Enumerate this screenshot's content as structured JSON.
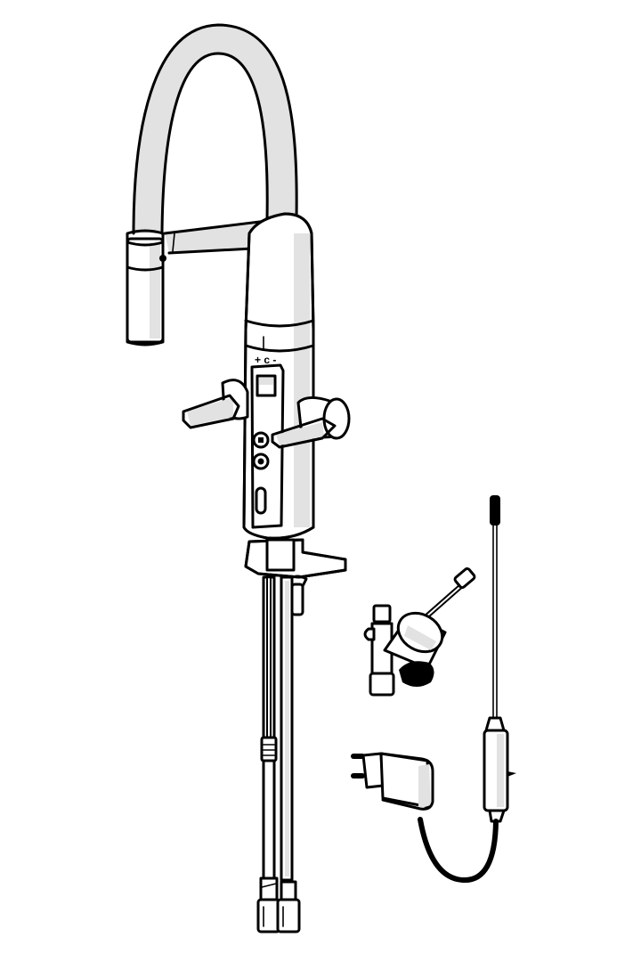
{
  "figure": {
    "type": "technical line drawing",
    "subject": "Pull-out kitchen mixer tap with electronic control and accessories",
    "palette": {
      "line": "#000000",
      "fill": "#ffffff",
      "shade": "#e2e2e2"
    },
    "components": [
      {
        "id": "spout",
        "label": "Arched spout"
      },
      {
        "id": "spray-head",
        "label": "Pull-out spray head"
      },
      {
        "id": "spout-holder",
        "label": "Spray head holder bracket"
      },
      {
        "id": "tap-body",
        "label": "Tap body"
      },
      {
        "id": "control-panel",
        "label": "Electronic control panel",
        "marks": "+ -"
      },
      {
        "id": "left-lever",
        "label": "Left lever handle"
      },
      {
        "id": "right-lever",
        "label": "Right lever handle"
      },
      {
        "id": "mounting-plate",
        "label": "Mounting plate"
      },
      {
        "id": "supply-hoses",
        "label": "Supply hoses with nuts"
      },
      {
        "id": "valve-unit",
        "label": "Valve unit with cable"
      },
      {
        "id": "power-adapter",
        "label": "Plug-in power adapter"
      },
      {
        "id": "control-cable",
        "label": "Control cable with module"
      }
    ]
  }
}
